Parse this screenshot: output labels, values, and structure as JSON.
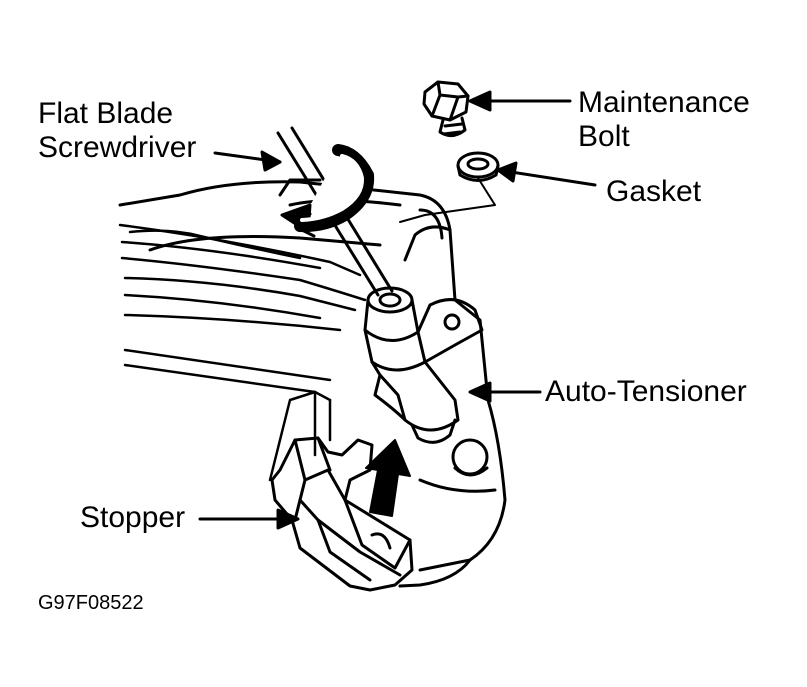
{
  "labels": {
    "screwdriver_line1": "Flat Blade",
    "screwdriver_line2": "Screwdriver",
    "bolt_line1": "Maintenance",
    "bolt_line2": "Bolt",
    "gasket": "Gasket",
    "tensioner": "Auto-Tensioner",
    "stopper": "Stopper"
  },
  "figure_code": "G97F08522",
  "colors": {
    "ink": "#000000",
    "paper": "#ffffff"
  }
}
